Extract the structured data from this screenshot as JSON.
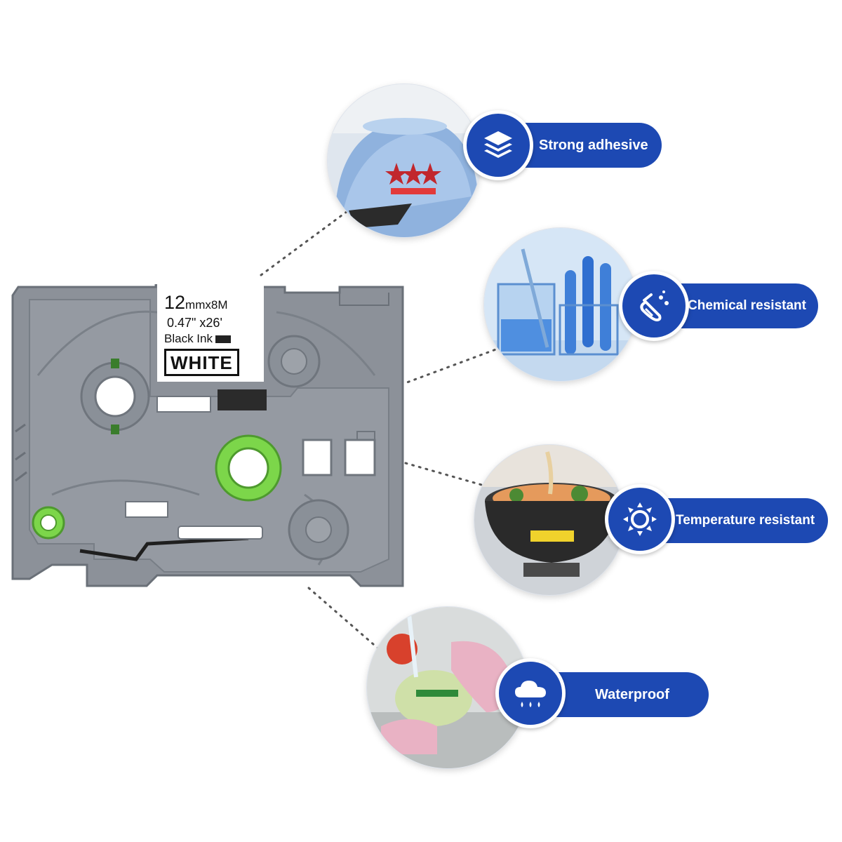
{
  "label": {
    "size_main": "12",
    "size_unit": "mm",
    "size_rest": "x8M",
    "dimensions_imperial": "0.47\" x26'",
    "ink": "Black Ink",
    "tape_color": "WHITE"
  },
  "features": [
    {
      "label": "Strong adhesive",
      "icon": "layers-icon"
    },
    {
      "label": "Chemical resistant",
      "icon": "test-tube-icon"
    },
    {
      "label": "Temperature resistant",
      "icon": "sun-icon"
    },
    {
      "label": "Waterproof",
      "icon": "rain-cloud-icon"
    }
  ],
  "colors": {
    "accent": "#1d49b3",
    "cartridge": "#8a9099",
    "spool_green": "#7cd64a"
  }
}
